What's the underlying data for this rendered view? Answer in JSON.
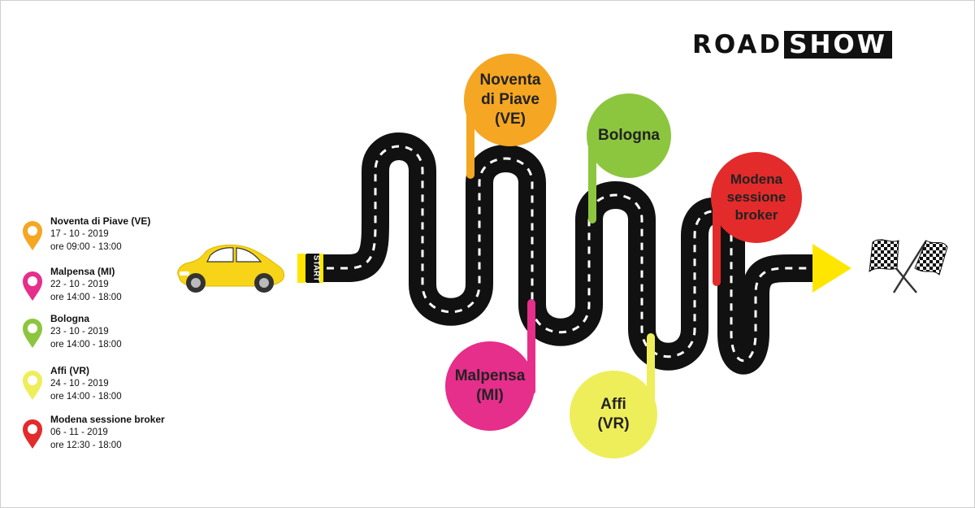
{
  "logo": {
    "part1": "ROAD",
    "part2": "SHOW"
  },
  "start_label": "START",
  "colors": {
    "orange": "#F5A623",
    "magenta": "#E62E8B",
    "green": "#8CC63F",
    "yellow": "#EEEE5A",
    "red": "#E32B2B",
    "road": "#111111",
    "car": "#F7D417",
    "arrow": "#FFE600"
  },
  "stops": [
    {
      "name": "Noventa di Piave (VE)",
      "bubble": "Noventa\ndi Piave (VE)",
      "date": "17 - 10 - 2019",
      "time": "ore 09:00 - 13:00",
      "color": "#F5A623"
    },
    {
      "name": "Malpensa (MI)",
      "bubble": "Malpensa\n(MI)",
      "date": "22 - 10 - 2019",
      "time": "ore 14:00 - 18:00",
      "color": "#E62E8B"
    },
    {
      "name": "Bologna",
      "bubble": "Bologna",
      "date": "23 - 10 - 2019",
      "time": "ore 14:00 - 18:00",
      "color": "#8CC63F"
    },
    {
      "name": "Affi (VR)",
      "bubble": "Affi\n(VR)",
      "date": "24 - 10 - 2019",
      "time": "ore 14:00 - 18:00",
      "color": "#EEEE5A"
    },
    {
      "name": "Modena sessione broker",
      "bubble": "Modena\nsessione\nbroker",
      "date": "06 - 11 - 2019",
      "time": "ore 12:30 - 18:00",
      "color": "#E32B2B"
    }
  ],
  "icons": {
    "car": "car-icon",
    "flags": "checkered-flags-icon",
    "arrow": "finish-arrow-icon",
    "pin": "map-pin-icon"
  }
}
